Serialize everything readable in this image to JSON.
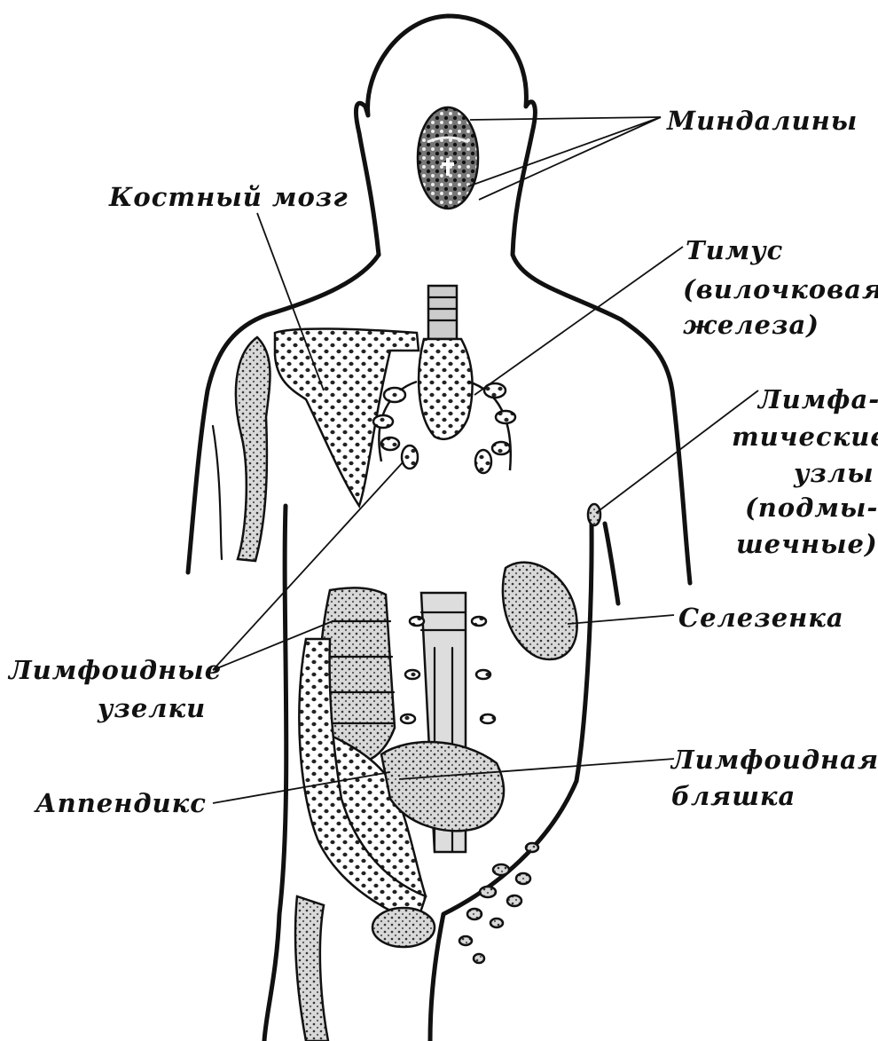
{
  "labels": {
    "tonsils": "Миндалины",
    "bone_marrow": "Костный мозг",
    "thymus_1": "Тимус",
    "thymus_2": "(вилочковая",
    "thymus_3": "железа)",
    "lymph_nodes_1": "Лимфа-",
    "lymph_nodes_2": "тические",
    "lymph_nodes_3": "узлы",
    "lymph_nodes_4": "(подмы-",
    "lymph_nodes_5": "шечные)",
    "spleen": "Селезенка",
    "lymphoid_nodules_1": "Лимфоидные",
    "lymphoid_nodules_2": "узелки",
    "appendix": "Аппендикс",
    "peyer_patch_1": "Лимфоидная",
    "peyer_patch_2": "бляшка"
  }
}
